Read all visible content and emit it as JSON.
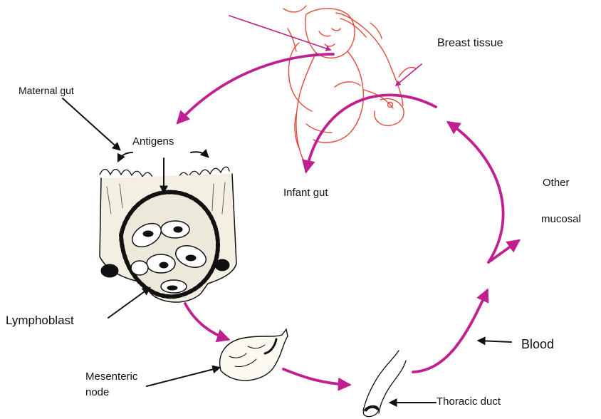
{
  "labels": {
    "maternal_gut": "Maternal gut",
    "antigens": "Antigens",
    "lymphoblast": "Lymphoblast",
    "mesenteric_node_line1": "Mesenteric",
    "mesenteric_node_line2": "node",
    "thoracic_duct": "Thoracic duct",
    "blood": "Blood",
    "other": "Other",
    "mucosal": "mucosal",
    "infant_gut": "Infant gut",
    "breast_tissue": "Breast tissue"
  },
  "colors": {
    "cycle_arrow": "#c0208f",
    "pointer_arrow": "#111111",
    "sketch_red": "#e04b3c"
  }
}
